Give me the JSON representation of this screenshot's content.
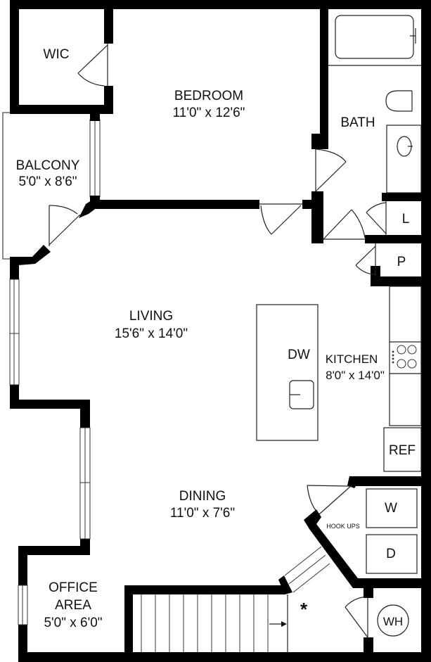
{
  "floorplan": {
    "rooms": {
      "wic": {
        "name": "WIC"
      },
      "bedroom": {
        "name": "BEDROOM",
        "size": "11'0\" x 12'6\""
      },
      "bath": {
        "name": "BATH"
      },
      "balcony": {
        "name": "BALCONY",
        "size": "5'0\" x 8'6\""
      },
      "living": {
        "name": "LIVING",
        "size": "15'6\" x 14'0\""
      },
      "kitchen": {
        "name": "KITCHEN",
        "size": "8'0\" x 14'0\""
      },
      "dining": {
        "name": "DINING",
        "size": "11'0\" x 7'6\""
      },
      "office": {
        "name_line1": "OFFICE",
        "name_line2": "AREA",
        "size": "5'0\" x 6'0\""
      }
    },
    "fixtures": {
      "linen": "L",
      "pantry": "P",
      "dishwasher": "DW",
      "refrigerator": "REF",
      "washer": "W",
      "dryer": "D",
      "hookups": "HOOK UPS",
      "water_heater": "WH",
      "note_marker": "*"
    }
  }
}
